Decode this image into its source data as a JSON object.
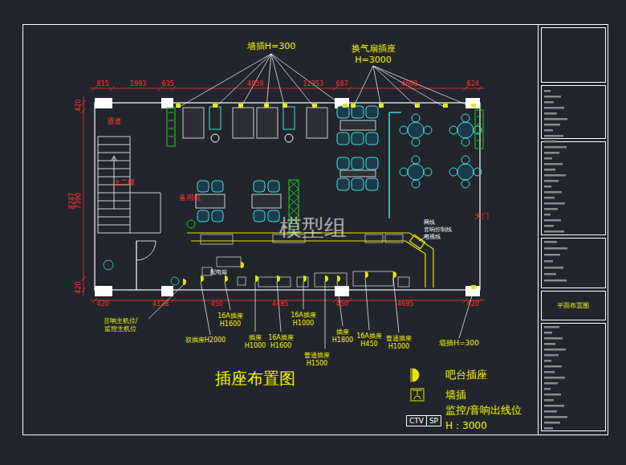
{
  "diagram": {
    "title": "插座布置图",
    "nodes": [
      {
        "text": [
          "CTV",
          "SP"
        ]
      },
      {
        "text": [
          "平面布置图"
        ]
      }
    ],
    "labels": [
      "墙插H=300",
      "换气扇插座 H=3000",
      "815",
      "1993",
      "635",
      "4659",
      "12353",
      "687",
      "4698",
      "624",
      "420",
      "8247",
      "7390",
      "420",
      "420",
      "4128",
      "450",
      "4485",
      "450",
      "4695",
      "420",
      "通道",
      "上二楼",
      "备用机",
      "大门",
      "网线 音响控制线 电视线",
      "配电箱",
      "音响主机位/监控主机位",
      "16A插座 H1600",
      "双插座H2000",
      "插座 H1000",
      "16A插座 H1600",
      "16A插座 H1000",
      "普通插座 H1500",
      "插座 H1800",
      "16A插座 H450",
      "普通插座 H1000",
      "墙插H=300",
      "H：3000",
      "模型组"
    ],
    "legend": [
      {
        "text": "吧台插座"
      },
      {
        "text": "墙插"
      },
      {
        "text": "监控/音响出线位"
      }
    ]
  }
}
